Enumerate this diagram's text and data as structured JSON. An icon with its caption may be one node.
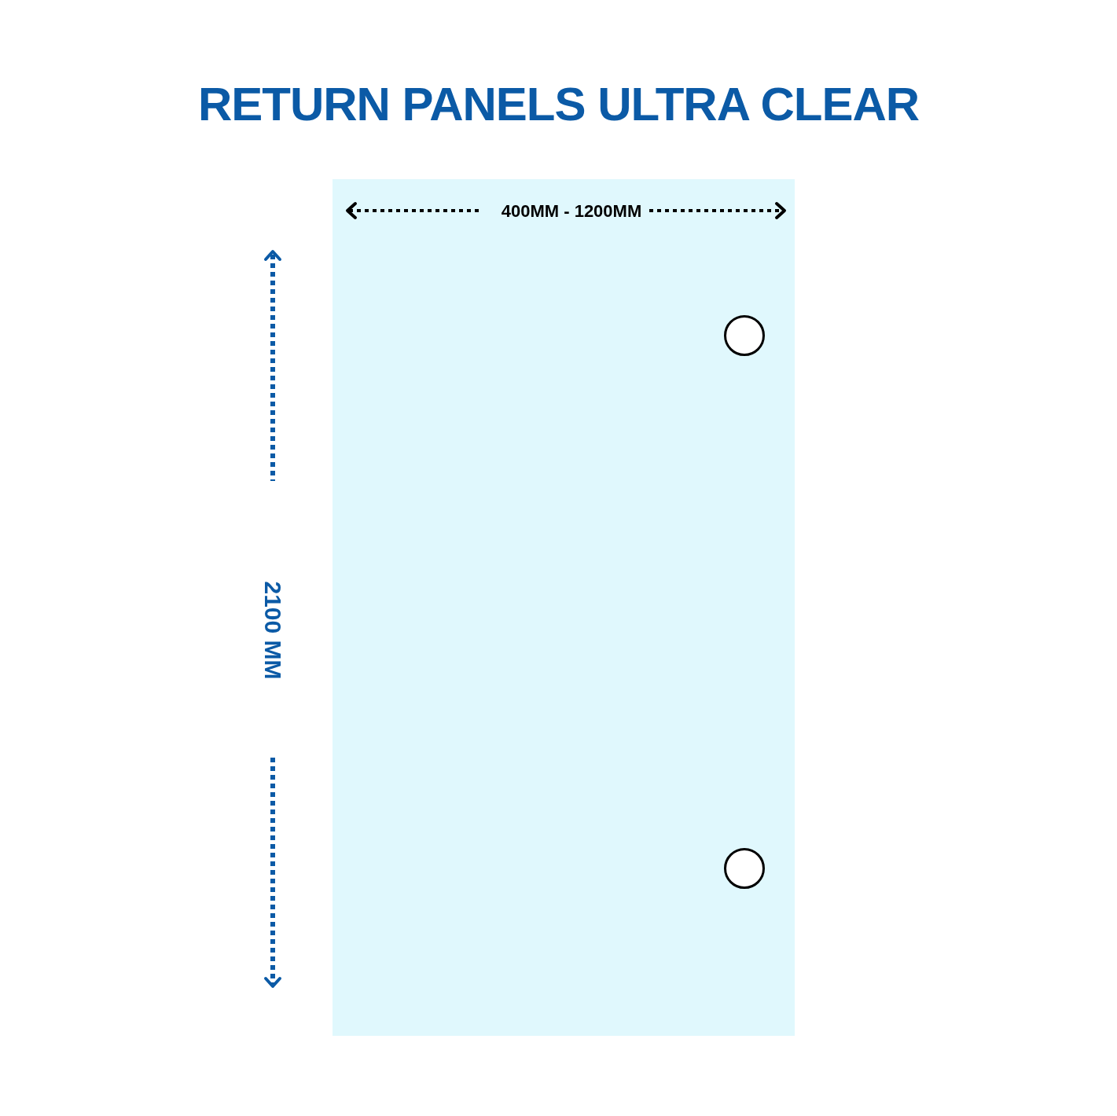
{
  "diagram": {
    "title": "RETURN PANELS ULTRA CLEAR",
    "nodes": [
      {
        "text": [],
        "shape": "box"
      },
      {
        "text": [],
        "shape": "circle",
        "in": 0
      },
      {
        "text": [],
        "shape": "circle",
        "in": 0
      }
    ],
    "labels": [
      "400MM - 1200MM",
      "2100 MM"
    ]
  }
}
